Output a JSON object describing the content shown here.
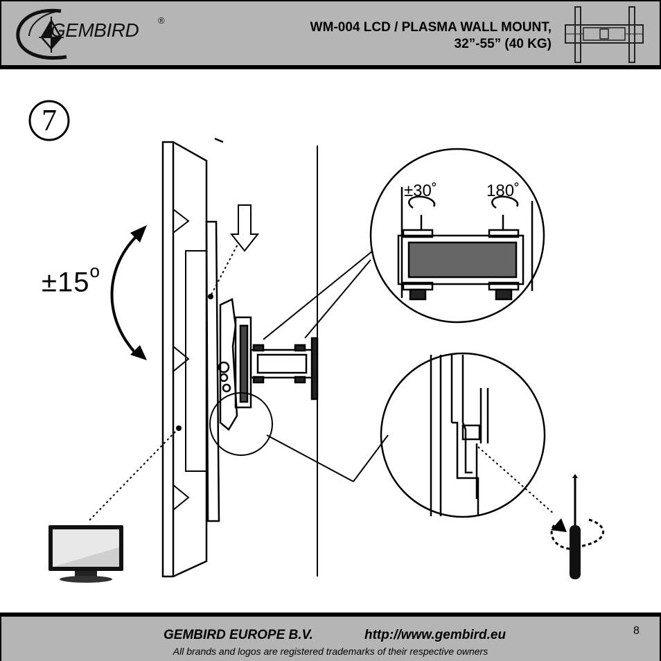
{
  "header": {
    "logo_text": "GEMBIRD",
    "logo_reg": "®",
    "title_line1": "WM-004 LCD / PLASMA WALL MOUNT,",
    "title_line2": "32”-55” (40 KG)"
  },
  "step": {
    "number": "7"
  },
  "illustration": {
    "tilt_label": "±15",
    "tilt_degree": "o",
    "rotation_left": "±30˚",
    "rotation_right": "180˚"
  },
  "footer": {
    "company": "GEMBIRD EUROPE B.V.",
    "website": "http://www.gembird.eu",
    "trademark": "All brands and logos are registered trademarks of their respective owners",
    "page_number": "8"
  }
}
